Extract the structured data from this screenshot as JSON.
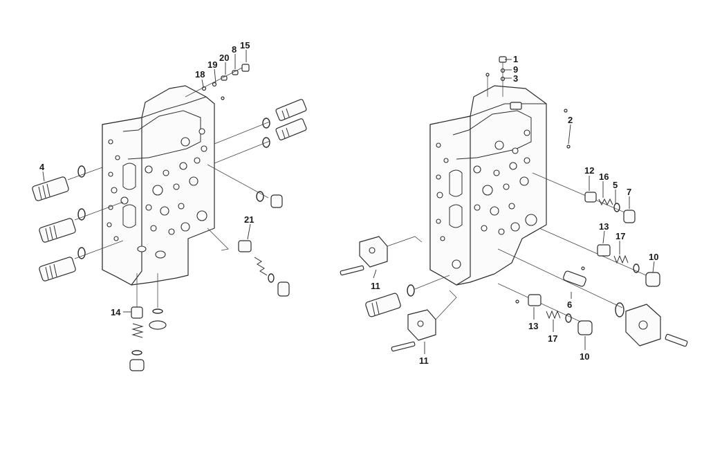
{
  "diagram": {
    "callouts": {
      "left": [
        "4",
        "18",
        "19",
        "20",
        "8",
        "15",
        "21",
        "14"
      ],
      "right": [
        "1",
        "9",
        "3",
        "2",
        "12",
        "16",
        "5",
        "7",
        "13",
        "17",
        "10",
        "11",
        "6",
        "13",
        "17",
        "10",
        "11"
      ]
    }
  },
  "colors": {
    "line": "#2b2b2b",
    "fill": "#fbfbfb",
    "shade": "#d9d9d9",
    "background": "#ffffff"
  }
}
